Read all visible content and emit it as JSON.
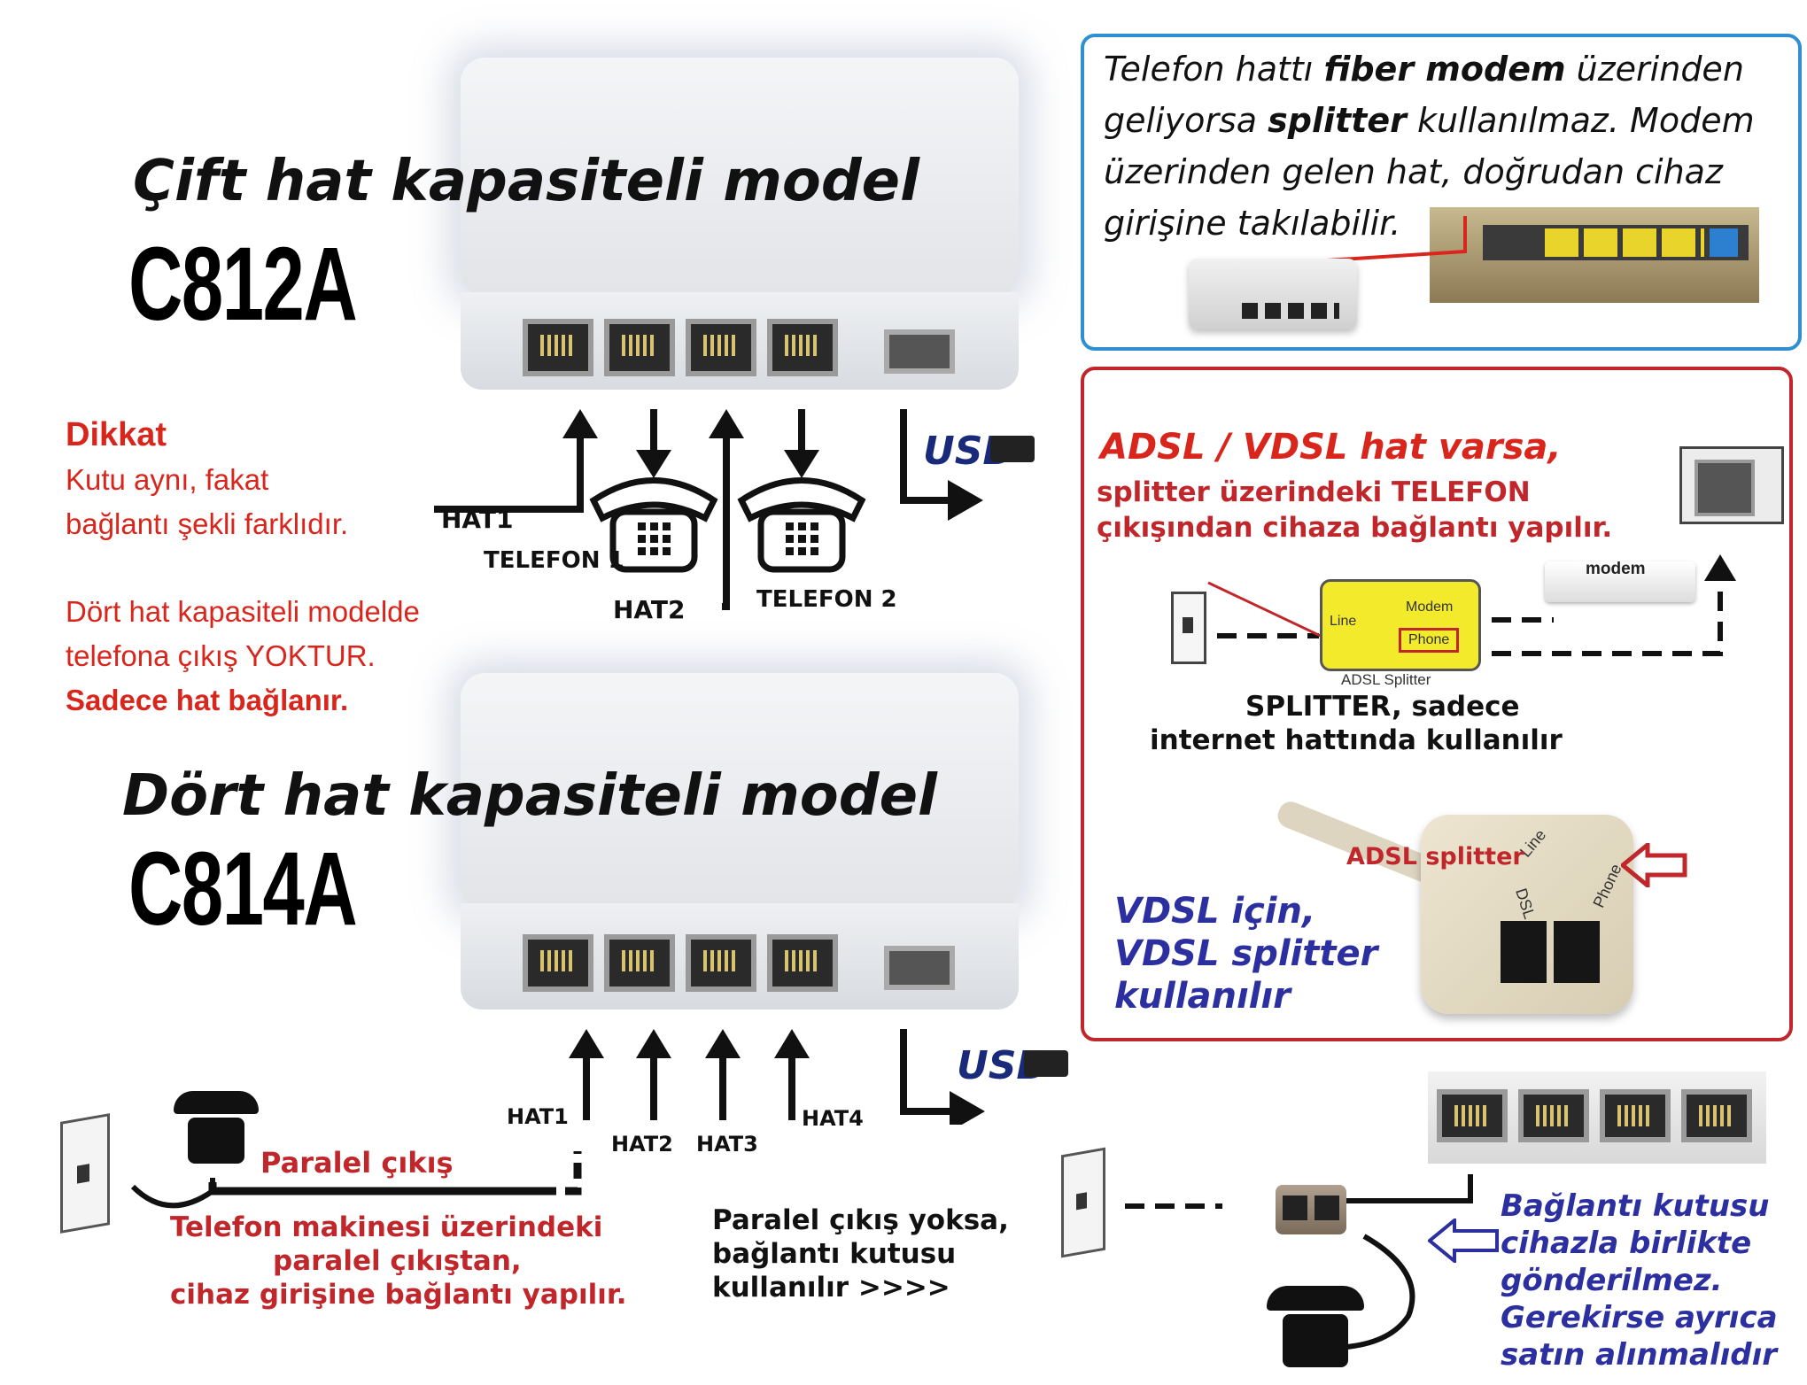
{
  "top_model": {
    "title": "Çift hat kapasiteli  model",
    "code": "C812A",
    "labels": {
      "hat1": "HAT1",
      "telefon1": "TELEFON 1",
      "hat2": "HAT2",
      "telefon2": "TELEFON 2",
      "usb": "USB"
    }
  },
  "bottom_model": {
    "title": "Dört hat kapasiteli model",
    "code": "C814A",
    "labels": {
      "hat1": "HAT1",
      "hat2": "HAT2",
      "hat3": "HAT3",
      "hat4": "HAT4",
      "usb": "USB"
    }
  },
  "warning": {
    "heading": "Dikkat",
    "line1": "Kutu aynı, fakat",
    "line2": "bağlantı şekli farklıdır.",
    "line3": "Dört hat kapasiteli modelde",
    "line4": "telefona çıkış YOKTUR.",
    "line5": "Sadece hat bağlanır."
  },
  "fiber_box": {
    "line1_a": "Telefon hattı ",
    "line1_b": "fiber modem",
    "line1_c": " üzerinden",
    "line2_a": "geliyorsa  ",
    "line2_b": "splitter",
    "line2_c": " kullanılmaz. Modem",
    "line3": "üzerinden gelen hat, doğrudan cihaz",
    "line4": "girişine takılabilir."
  },
  "adsl_box": {
    "heading": "ADSL / VDSL hat varsa,",
    "line1": "splitter üzerindeki TELEFON",
    "line2": "çıkışından cihaza bağlantı yapılır.",
    "splitter_line": "Line",
    "splitter_modem": "Modem",
    "splitter_phone": "Phone",
    "splitter_caption": "ADSL Splitter",
    "modem_label": "modem",
    "note1": "SPLITTER, sadece",
    "note2": "internet hattında kullanılır",
    "adsl_splitter_label": "ADSL splitter",
    "vdsl_line1": "VDSL için,",
    "vdsl_line2": "VDSL splitter",
    "vdsl_line3": "kullanılır",
    "port_line": "Line",
    "port_phone": "Phone",
    "port_dsl": "DSL"
  },
  "bottom_left": {
    "paralel": "Paralel çıkış",
    "line1": "Telefon makinesi üzerindeki",
    "line2": "paralel çıkıştan,",
    "line3": "cihaz girişine bağlantı yapılır."
  },
  "bottom_middle": {
    "line1": "Paralel çıkış yoksa,",
    "line2": "bağlantı kutusu",
    "line3": "kullanılır  >>>>"
  },
  "bottom_right": {
    "line1": "Bağlantı kutusu",
    "line2": "cihazla birlikte",
    "line3": "gönderilmez.",
    "line4": "Gerekirse ayrıca",
    "line5": "satın alınmalıdır"
  },
  "colors": {
    "red": "#d9261c",
    "darkred": "#c0262a",
    "navy": "#2b2fa0",
    "blue_border": "#2f8fd0",
    "splitter_yellow": "#f2ea2a",
    "arrow_red": "#c0262a"
  }
}
